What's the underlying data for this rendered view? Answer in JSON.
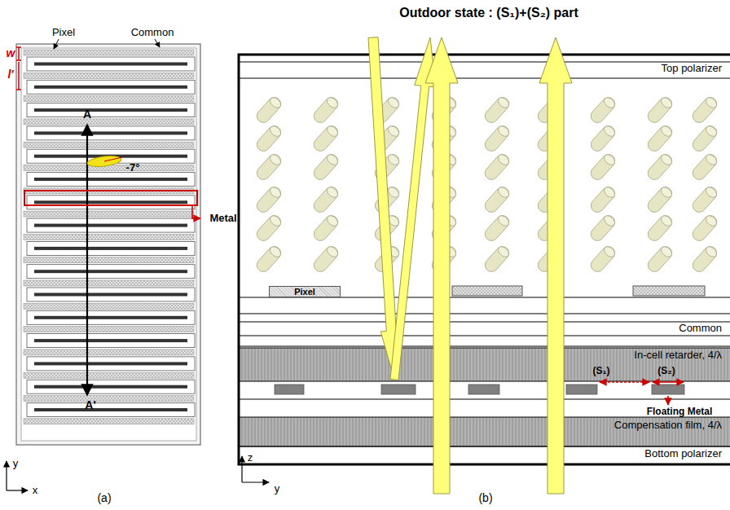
{
  "diagram": {
    "title": "Outdoor state : (S₁)+(S₂) part",
    "nodes": [
      {
        "text": [
          "Top polarizer"
        ]
      },
      {
        "text": [
          "Pixel"
        ]
      },
      {
        "text": [
          "Common"
        ]
      },
      {
        "text": [
          "In-cell retarder, 4/λ"
        ]
      },
      {
        "text": [
          "Compensation film, 4/λ"
        ]
      },
      {
        "text": [
          "Bottom polarizer"
        ]
      }
    ],
    "labels": [
      "Pixel",
      "Common",
      "w",
      "l'",
      "A",
      "A'",
      "-7°",
      "Metal",
      "y",
      "x",
      "(a)",
      "(S₁)",
      "(S₂)",
      "Floating Metal",
      "z",
      "y",
      "(b)"
    ]
  }
}
